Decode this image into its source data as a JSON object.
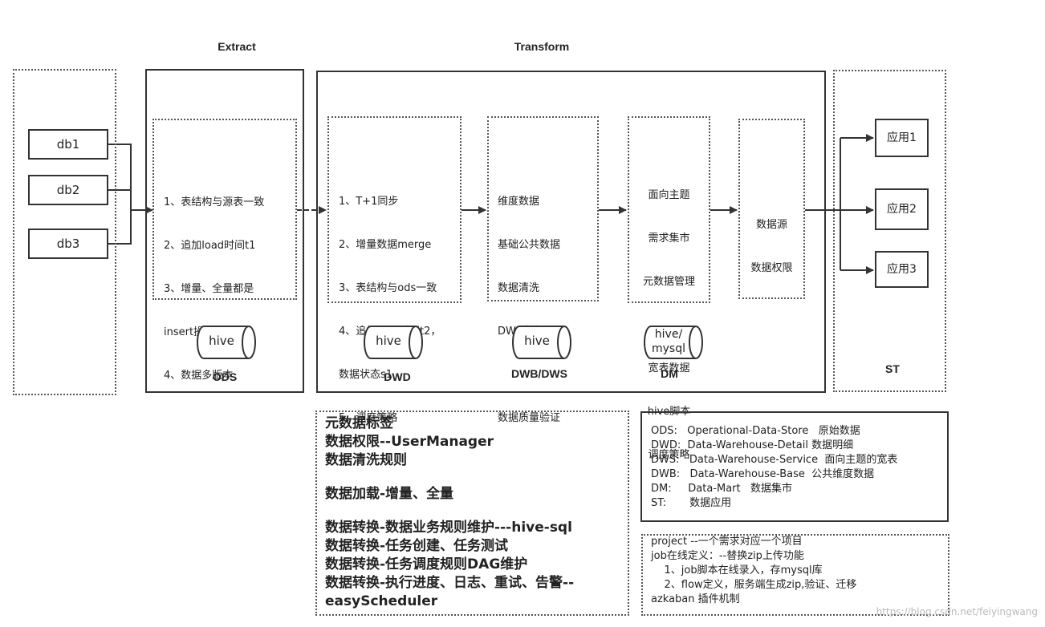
{
  "sections": {
    "extract": "Extract",
    "transform": "Transform"
  },
  "sources": [
    "db1",
    "db2",
    "db3"
  ],
  "ods": {
    "label": "ODS",
    "store": "hive",
    "lines": [
      "1、表结构与源表一致",
      "2、追加load时间t1",
      "3、增量、全量都是",
      "insert操作",
      "4、数据多版本"
    ]
  },
  "dwd": {
    "label": "DWD",
    "store": "hive",
    "lines": [
      "1、T+1同步",
      "2、增量数据merge",
      "3、表结构与ods一致",
      "4、追加load时间t2，",
      "数据状态s1",
      "5、调度策略"
    ]
  },
  "dwb": {
    "label": "DWB/DWS",
    "store": "hive",
    "lines": [
      "维度数据",
      "基础公共数据",
      "数据清洗",
      "DWD数据合并",
      "",
      "数据质量验证"
    ]
  },
  "dm": {
    "label": "DM",
    "store_line1": "hive/",
    "store_line2": "mysql",
    "lines": [
      "面向主题",
      "需求集市",
      "元数据管理",
      "",
      "宽表数据",
      "hive脚本",
      "调度策略"
    ]
  },
  "datasource": {
    "lines": [
      "数据源",
      "数据权限"
    ]
  },
  "st": {
    "label": "ST",
    "apps": [
      "应用1",
      "应用2",
      "应用3"
    ]
  },
  "metadata_box": {
    "lines": [
      "元数据标签",
      "数据权限--UserManager",
      "数据清洗规则",
      "",
      "数据加载-增量、全量",
      "",
      "数据转换-数据业务规则维护---hive-sql",
      "数据转换-任务创建、任务测试",
      "数据转换-任务调度规则DAG维护",
      "数据转换-执行进度、日志、重试、告警--",
      "easyScheduler"
    ]
  },
  "legend_box": {
    "lines": [
      "ODS:   Operational-Data-Store   原始数据",
      "DWD:  Data-Warehouse-Detail 数据明细",
      "DWS:   Data-Warehouse-Service  面向主题的宽表",
      "DWB:   Data-Warehouse-Base  公共维度数据",
      "DM:     Data-Mart   数据集市",
      "ST:       数据应用"
    ]
  },
  "notes_box": {
    "lines": [
      "project --一个需求对应一个项目",
      "job在线定义：--替换zip上传功能",
      "    1、job脚本在线录入，存mysql库",
      "    2、flow定义，服务端生成zip,验证、迁移",
      "azkaban 插件机制"
    ]
  },
  "watermark": "https://blog.csdn.net/feiyingwang"
}
